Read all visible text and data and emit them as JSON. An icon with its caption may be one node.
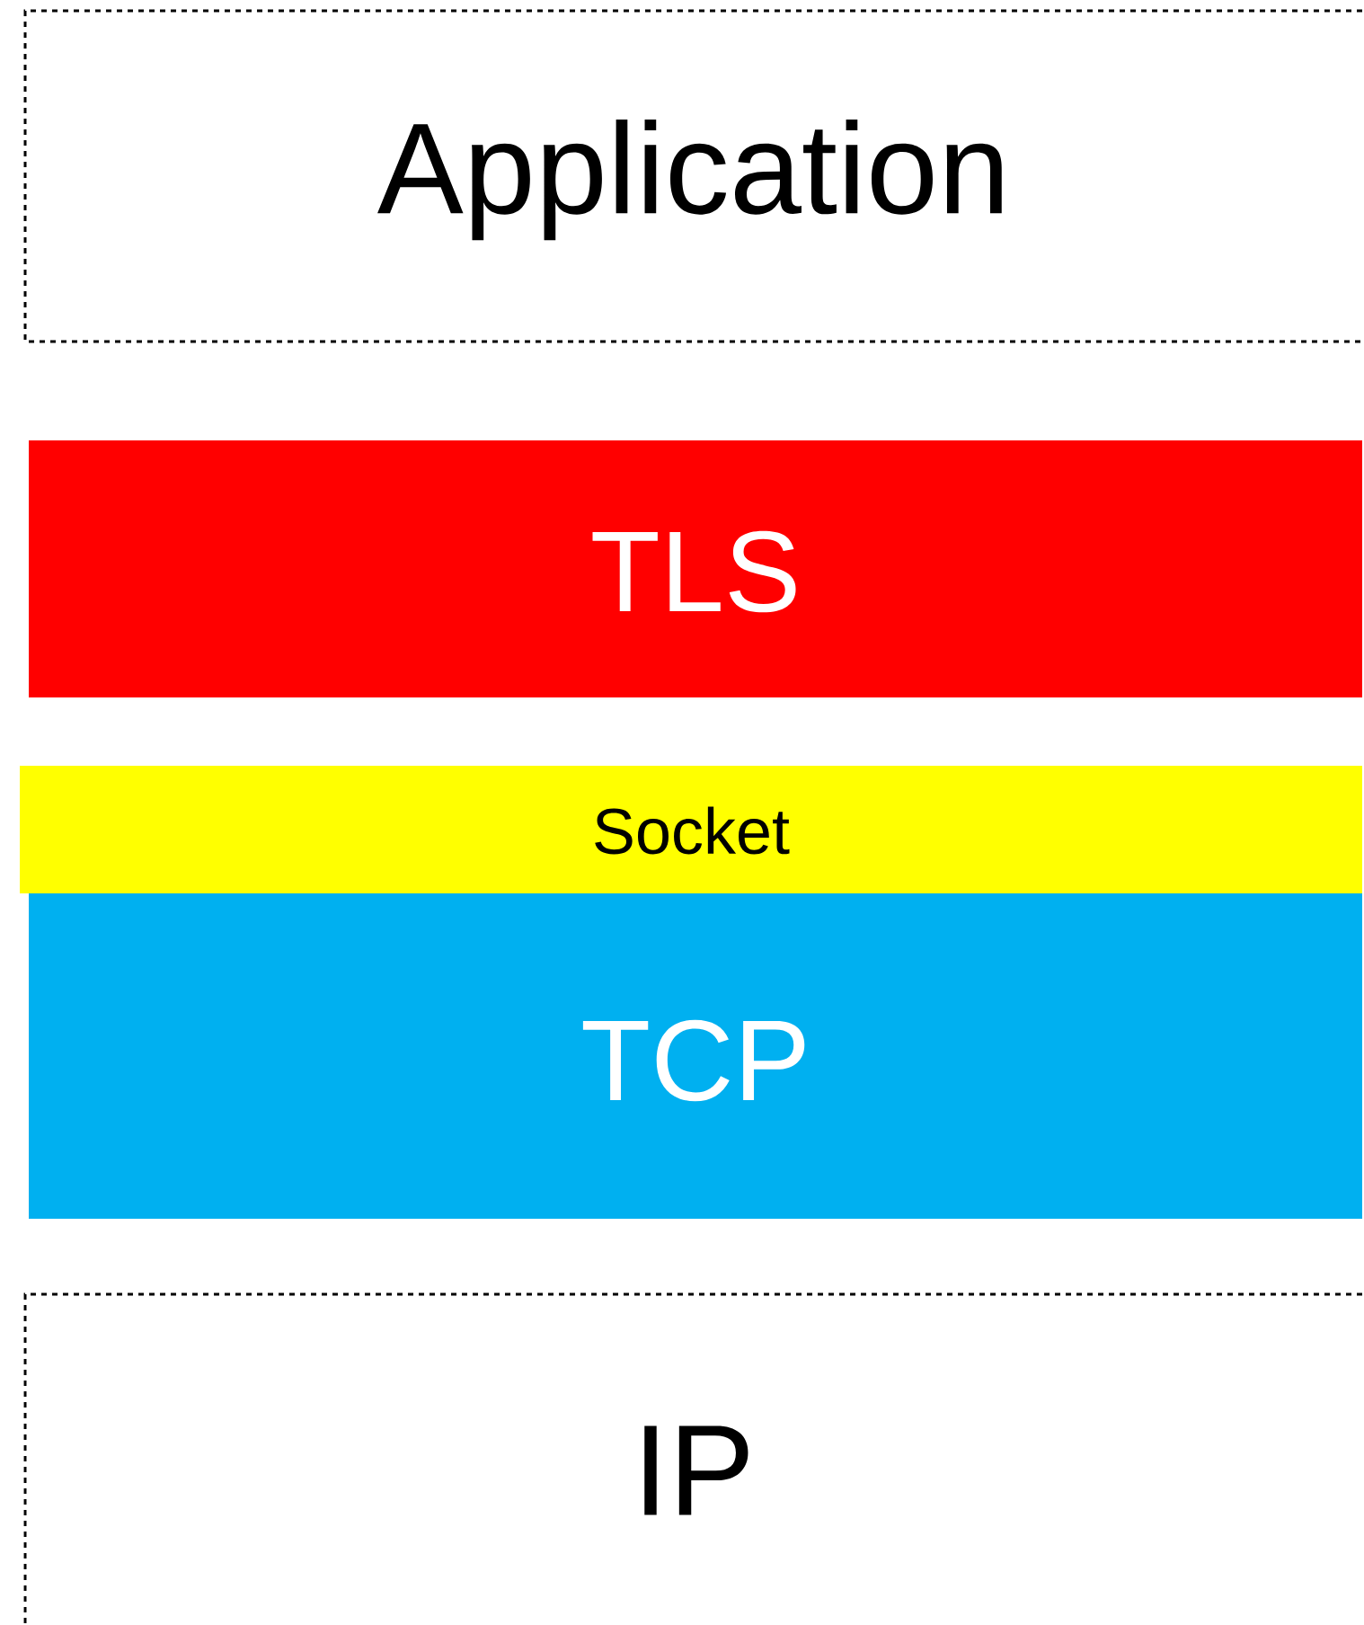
{
  "diagram": {
    "nodes": [
      {
        "text": [
          "Application"
        ]
      },
      {
        "text": [
          "TLS"
        ]
      },
      {
        "text": [
          "Socket"
        ]
      },
      {
        "text": [
          "TCP"
        ]
      },
      {
        "text": [
          "IP"
        ]
      }
    ]
  }
}
